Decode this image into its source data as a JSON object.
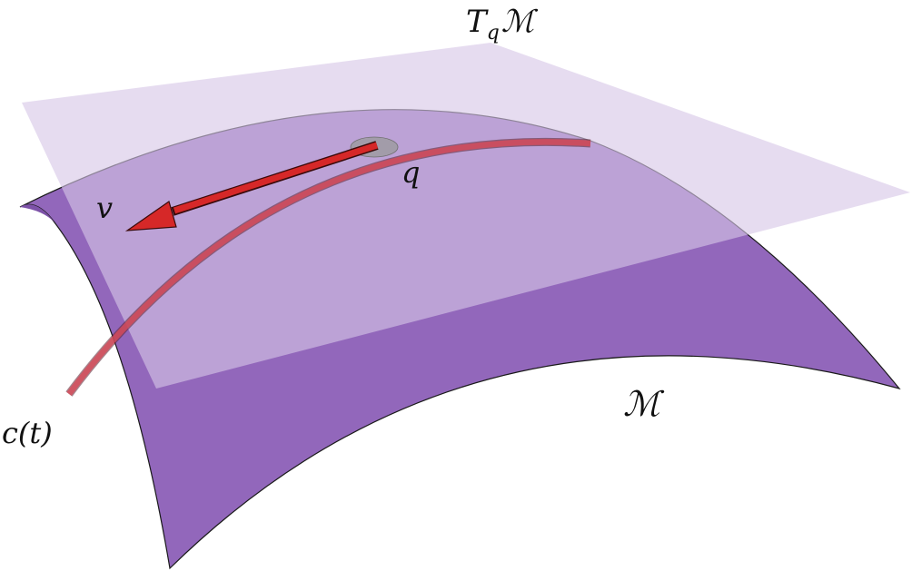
{
  "labels": {
    "tangent_space": {
      "main": "T",
      "subscript": "q",
      "manifold": "ℳ"
    },
    "point": "q",
    "vector": "v",
    "manifold": "ℳ",
    "curve": "c(t)"
  },
  "colors": {
    "manifold_surface": "#9267bb",
    "tangent_plane": "#d6c6e6",
    "curve": "#d94b5a",
    "vector": "#d62828",
    "point": "#9a9a9a",
    "outline": "#1a1a1a",
    "text": "#111111"
  }
}
